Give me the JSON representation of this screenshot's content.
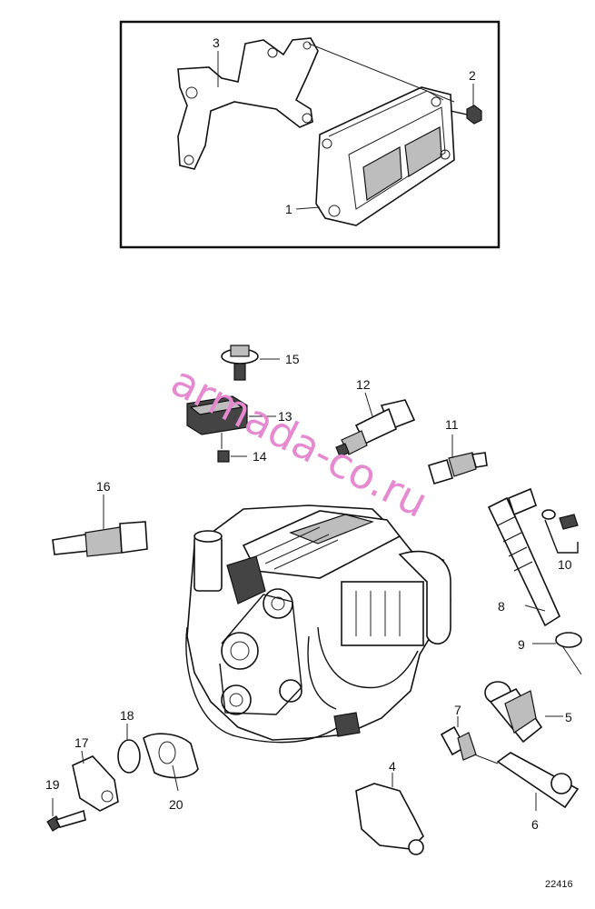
{
  "callouts": {
    "c1": "1",
    "c2": "2",
    "c3": "3",
    "c4": "4",
    "c5": "5",
    "c6": "6",
    "c7": "7",
    "c8": "8",
    "c9": "9",
    "c10": "10",
    "c11": "11",
    "c12": "12",
    "c13": "13",
    "c14": "14",
    "c15": "15",
    "c16": "16",
    "c17": "17",
    "c18": "18",
    "c19": "19",
    "c20": "20"
  },
  "figure_number": "22416",
  "watermark": "armada-co.ru",
  "colors": {
    "watermark": "#e58ad0",
    "line": "#111111",
    "background": "#ffffff"
  }
}
